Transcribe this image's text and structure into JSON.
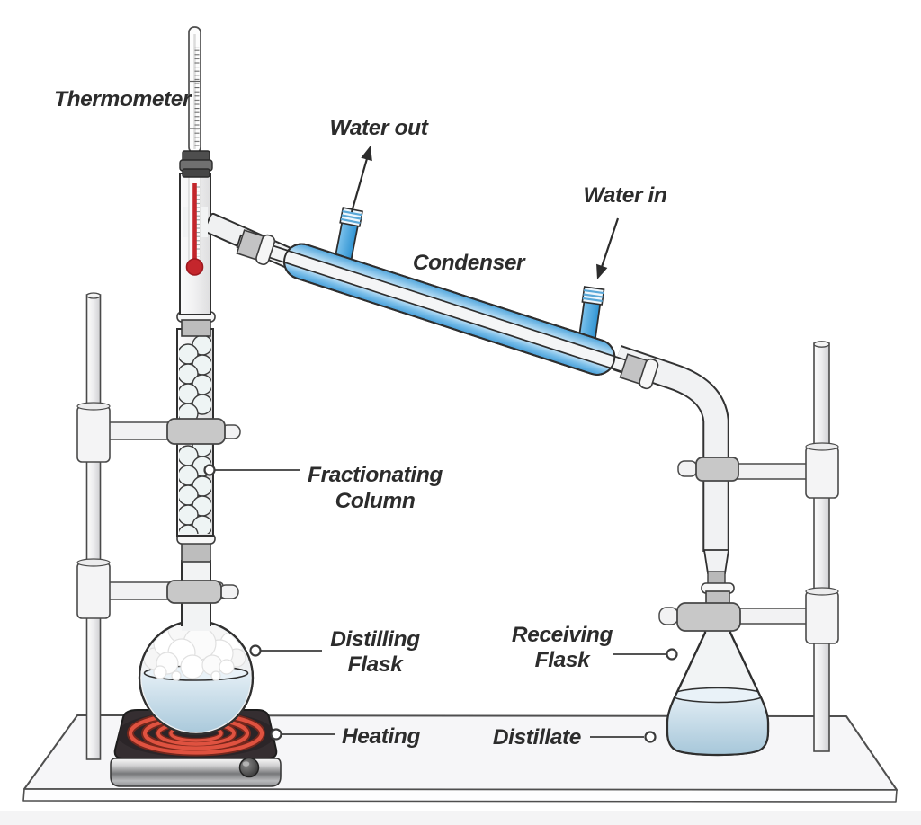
{
  "labels": {
    "thermometer": "Thermometer",
    "water_out": "Water out",
    "water_in": "Water in",
    "condenser": "Condenser",
    "fractionating_line1": "Fractionating",
    "fractionating_line2": "Column",
    "distilling_line1": "Distilling",
    "distilling_line2": "Flask",
    "receiving_line1": "Receiving",
    "receiving_line2": "Flask",
    "heating": "Heating",
    "distillate": "Distillate"
  },
  "colors": {
    "condenser_blue": "#4fa5dc",
    "condenser_highlight": "#f5fbff",
    "flask_liquid_blue": "#bcd5e4",
    "glassware_fill": "#f2f3f4",
    "outline": "#303030",
    "clamp_gray": "#c8c8c8",
    "heating_coil_red": "#df5240",
    "hotplate_top": "#352e31",
    "thermometer_mercury_red": "#c4262c",
    "bench_surface": "#f6f6f8",
    "label_text": "#2c2c2c"
  }
}
